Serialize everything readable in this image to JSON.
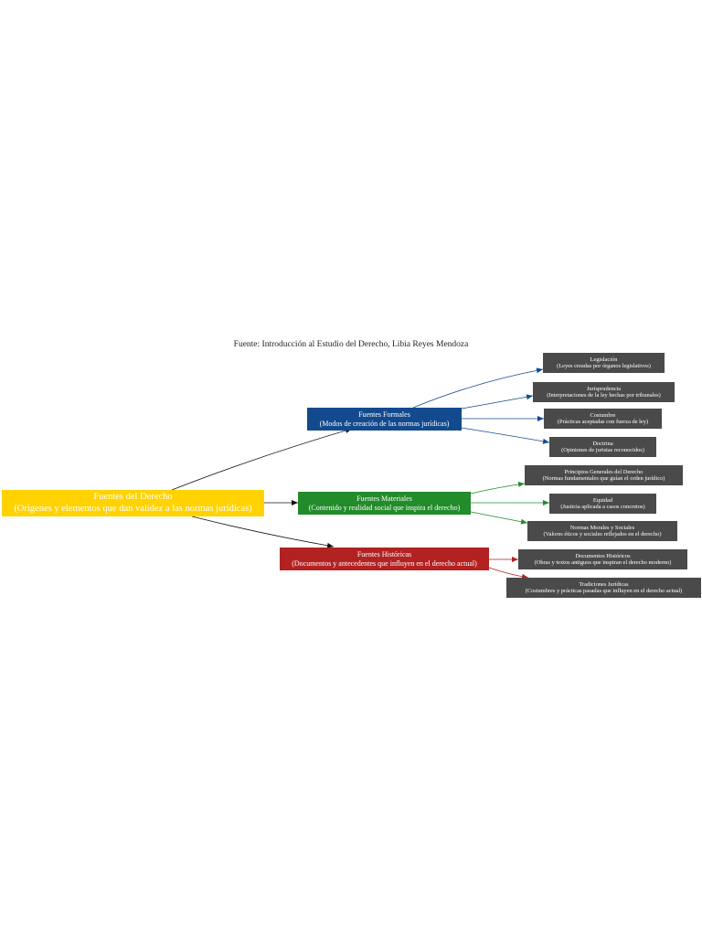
{
  "caption": "Fuente: Introducción al Estudio del Derecho, Libia Reyes Mendoza",
  "colors": {
    "root": "#ffd200",
    "formales": "#134a8e",
    "materiales": "#228b2a",
    "historicas": "#b22222",
    "leaf": "#4a4a4a",
    "edge_root": "#111111"
  },
  "root": {
    "title": "Fuentes del Derecho",
    "subtitle": "(Orígenes y elementos que dan validez a las normas jurídicas)"
  },
  "categories": [
    {
      "key": "formales",
      "title": "Fuentes Formales",
      "subtitle": "(Modos de creación de las normas jurídicas)",
      "children": [
        {
          "title": "Legislación",
          "subtitle": "(Leyes creadas por órganos legislativos)"
        },
        {
          "title": "Jurisprudencia",
          "subtitle": "(Interpretaciones de la ley hechas por tribunales)"
        },
        {
          "title": "Costumbre",
          "subtitle": "(Prácticas aceptadas con fuerza de ley)"
        },
        {
          "title": "Doctrina",
          "subtitle": "(Opiniones de juristas reconocidos)"
        }
      ]
    },
    {
      "key": "materiales",
      "title": "Fuentes Materiales",
      "subtitle": "(Contenido y realidad social que inspira el derecho)",
      "children": [
        {
          "title": "Principios Generales del Derecho",
          "subtitle": "(Normas fundamentales que guían el orden jurídico)"
        },
        {
          "title": "Equidad",
          "subtitle": "(Justicia aplicada a casos concretos)"
        },
        {
          "title": "Normas Morales y Sociales",
          "subtitle": "(Valores éticos y sociales reflejados en el derecho)"
        }
      ]
    },
    {
      "key": "historicas",
      "title": "Fuentes Históricas",
      "subtitle": "(Documentos y antecedentes que influyen en el derecho actual)",
      "children": [
        {
          "title": "Documentos Históricos",
          "subtitle": "(Obras y textos antiguos que inspiran el derecho moderno)"
        },
        {
          "title": "Tradiciones Jurídicas",
          "subtitle": "(Costumbres y prácticas pasadas que influyen en el derecho actual)"
        }
      ]
    }
  ]
}
